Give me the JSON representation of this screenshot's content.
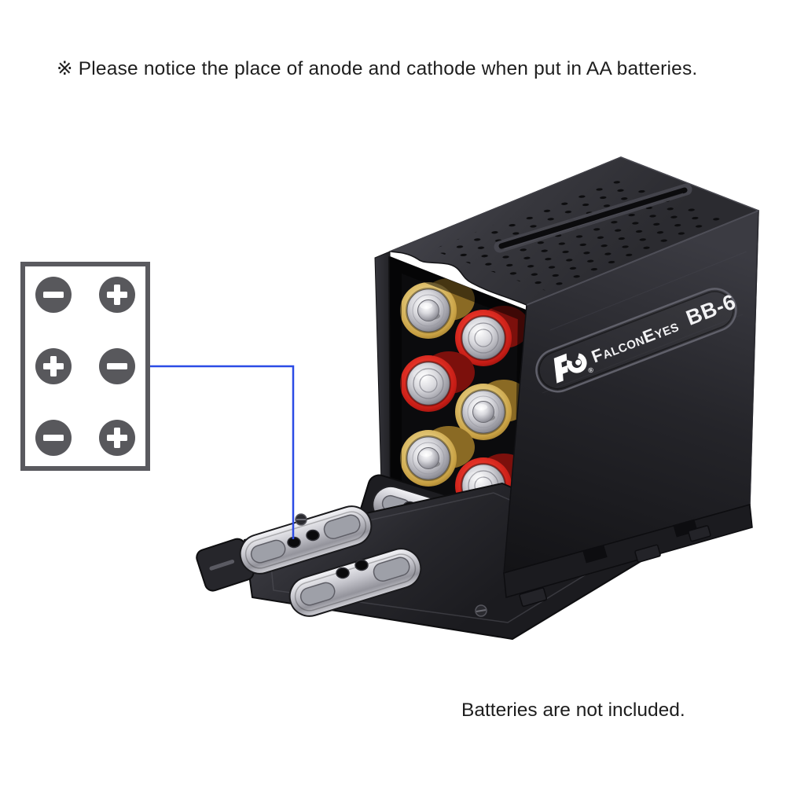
{
  "page": {
    "note_top": "※ Please notice the place of anode and cathode when put in AA batteries.",
    "note_bottom": "Batteries are not included."
  },
  "polarity_diagram": {
    "description": "AA battery orientation guide, 3 rows x 2 columns",
    "cells": [
      {
        "polarity": "minus"
      },
      {
        "polarity": "plus"
      },
      {
        "polarity": "plus"
      },
      {
        "polarity": "minus"
      },
      {
        "polarity": "minus"
      },
      {
        "polarity": "plus"
      }
    ]
  },
  "product": {
    "brand": "FalconEyes",
    "model": "BB-6",
    "registered": "®",
    "type": "AA battery power pack case, open side showing 6 AA cells and slide-out contact tray",
    "batteries": [
      {
        "position": "left-top",
        "wrap_color": "gold",
        "visible_end": "positive"
      },
      {
        "position": "left-middle",
        "wrap_color": "red",
        "visible_end": "negative"
      },
      {
        "position": "left-bottom",
        "wrap_color": "gold",
        "visible_end": "positive"
      },
      {
        "position": "right-top",
        "wrap_color": "red",
        "visible_end": "negative"
      },
      {
        "position": "right-middle",
        "wrap_color": "gold",
        "visible_end": "positive"
      },
      {
        "position": "right-bottom",
        "wrap_color": "red",
        "visible_end": "negative"
      }
    ]
  },
  "colors": {
    "accent_blue": "#2b4be6",
    "battery_red": "#d42420",
    "battery_gold": "#d3b464",
    "case_dark": "#232327",
    "diagram_gray": "#58585c"
  }
}
